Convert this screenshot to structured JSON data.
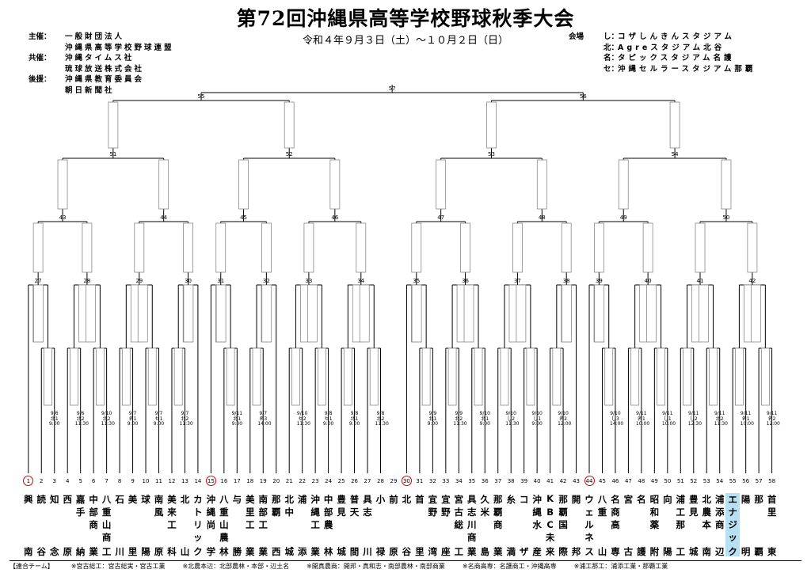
{
  "title": "第72回沖縄県高等学校野球秋季大会",
  "dates": "令和４年９月３日（土）～１０月２日（日）",
  "organizers": [
    {
      "role": "主催：",
      "names": [
        "一般財団法人",
        "沖縄県高等学校野球連盟"
      ]
    },
    {
      "role": "共催：",
      "names": [
        "沖縄タイムス社",
        "琉球放送株式会社"
      ]
    },
    {
      "role": "後援：",
      "names": [
        "沖縄県教育委員会",
        "朝日新聞社"
      ]
    }
  ],
  "venues_header": "会場",
  "venues": [
    {
      "code": "し：",
      "name": "コザしんきんスタジアム"
    },
    {
      "code": "北：",
      "name": "Agreスタジアム北谷"
    },
    {
      "code": "名：",
      "name": "タピックスタジアム名護"
    },
    {
      "code": "セ：",
      "name": "沖縄セルラースタジアム那覇"
    }
  ],
  "final_match": "57",
  "semi_matches": [
    "55",
    "56"
  ],
  "quarter_matches": [
    "51",
    "52",
    "53",
    "54"
  ],
  "r3_matches": [
    "43",
    "44",
    "45",
    "46",
    "47",
    "48",
    "49",
    "50"
  ],
  "r2_matches": [
    "27",
    "28",
    "29",
    "30",
    "31",
    "32",
    "33",
    "34",
    "35",
    "36",
    "37",
    "38",
    "39",
    "40",
    "41",
    "42"
  ],
  "teams": [
    {
      "n": "1",
      "top": "興",
      "mid": "",
      "bot": "南",
      "seed": true
    },
    {
      "n": "2",
      "top": "読",
      "mid": "",
      "bot": "谷"
    },
    {
      "n": "3",
      "top": "知",
      "mid": "",
      "bot": "念"
    },
    {
      "n": "4",
      "top": "西",
      "mid": "",
      "bot": "原"
    },
    {
      "n": "5",
      "top": "嘉",
      "mid": "手",
      "bot": "納"
    },
    {
      "n": "6",
      "top": "中",
      "mid": "部\n商",
      "bot": "業"
    },
    {
      "n": "7",
      "top": "八",
      "mid": "重\n山\n商",
      "bot": "工"
    },
    {
      "n": "8",
      "top": "石",
      "mid": "",
      "bot": "川"
    },
    {
      "n": "9",
      "top": "美",
      "mid": "",
      "bot": "里"
    },
    {
      "n": "10",
      "top": "球",
      "mid": "",
      "bot": "陽"
    },
    {
      "n": "11",
      "top": "南",
      "mid": "風",
      "bot": "原"
    },
    {
      "n": "12",
      "top": "美",
      "mid": "来\n工",
      "bot": "科"
    },
    {
      "n": "13",
      "top": "北",
      "mid": "",
      "bot": "山"
    },
    {
      "n": "14",
      "top": "カ",
      "mid": "ト\nリ\nッ",
      "bot": "ク"
    },
    {
      "n": "15",
      "top": "沖",
      "mid": "縄\n尚",
      "bot": "学",
      "seed": true
    },
    {
      "n": "16",
      "top": "八",
      "mid": "重\n山\n農",
      "bot": "林"
    },
    {
      "n": "17",
      "top": "与",
      "mid": "",
      "bot": "勝"
    },
    {
      "n": "18",
      "top": "美",
      "mid": "里\n工",
      "bot": "業"
    },
    {
      "n": "19",
      "top": "南",
      "mid": "部\n工",
      "bot": "業"
    },
    {
      "n": "20",
      "top": "那",
      "mid": "覇",
      "bot": "西"
    },
    {
      "n": "21",
      "top": "北",
      "mid": "中",
      "bot": "城"
    },
    {
      "n": "22",
      "top": "浦",
      "mid": "",
      "bot": "添"
    },
    {
      "n": "23",
      "top": "沖",
      "mid": "縄\n工",
      "bot": "業"
    },
    {
      "n": "24",
      "top": "中",
      "mid": "部\n農",
      "bot": "林"
    },
    {
      "n": "25",
      "top": "豊",
      "mid": "見",
      "bot": "城"
    },
    {
      "n": "26",
      "top": "普",
      "mid": "天",
      "bot": "間"
    },
    {
      "n": "27",
      "top": "具",
      "mid": "志",
      "bot": "川"
    },
    {
      "n": "28",
      "top": "小",
      "mid": "",
      "bot": "禄"
    },
    {
      "n": "29",
      "top": "前",
      "mid": "",
      "bot": "原"
    },
    {
      "n": "30",
      "top": "北",
      "mid": "",
      "bot": "谷",
      "seed": true
    },
    {
      "n": "31",
      "top": "首",
      "mid": "",
      "bot": "里"
    },
    {
      "n": "32",
      "top": "宜",
      "mid": "野",
      "bot": "湾"
    },
    {
      "n": "33",
      "top": "宜",
      "mid": "野",
      "bot": "座"
    },
    {
      "n": "34",
      "top": "宮",
      "mid": "古\n総",
      "bot": "工"
    },
    {
      "n": "35",
      "top": "具",
      "mid": "志\n川\n商",
      "bot": "業"
    },
    {
      "n": "36",
      "top": "久",
      "mid": "米",
      "bot": "島"
    },
    {
      "n": "37",
      "top": "那",
      "mid": "覇\n商",
      "bot": "業"
    },
    {
      "n": "38",
      "top": "糸",
      "mid": "",
      "bot": "満"
    },
    {
      "n": "39",
      "top": "コ",
      "mid": "",
      "bot": "ザ"
    },
    {
      "n": "40",
      "top": "沖",
      "mid": "縄\n水",
      "bot": "産"
    },
    {
      "n": "41",
      "top": "K",
      "mid": "B\nC\n未",
      "bot": "来"
    },
    {
      "n": "42",
      "top": "那",
      "mid": "覇\n国",
      "bot": "際"
    },
    {
      "n": "43",
      "top": "開",
      "mid": "",
      "bot": "邦"
    },
    {
      "n": "44",
      "top": "ウ",
      "mid": "ェ\nル\nネ",
      "bot": "ス",
      "seed": true
    },
    {
      "n": "45",
      "top": "八",
      "mid": "重",
      "bot": "山"
    },
    {
      "n": "46",
      "top": "名",
      "mid": "商\n高",
      "bot": "専"
    },
    {
      "n": "47",
      "top": "宮",
      "mid": "",
      "bot": "古"
    },
    {
      "n": "48",
      "top": "名",
      "mid": "",
      "bot": "護"
    },
    {
      "n": "49",
      "top": "昭",
      "mid": "和\n薬",
      "bot": "附"
    },
    {
      "n": "50",
      "top": "向",
      "mid": "",
      "bot": "陽"
    },
    {
      "n": "51",
      "top": "浦",
      "mid": "工\n那",
      "bot": "工"
    },
    {
      "n": "52",
      "top": "豊",
      "mid": "見",
      "bot": "城"
    },
    {
      "n": "53",
      "top": "北",
      "mid": "農\n本",
      "bot": "南"
    },
    {
      "n": "54",
      "top": "浦",
      "mid": "添\n商",
      "bot": "辺"
    },
    {
      "n": "55",
      "top": "エ",
      "mid": "ナ\nジ\nッ",
      "bot": "ク",
      "hl": true
    },
    {
      "n": "56",
      "top": "陽",
      "mid": "",
      "bot": "明"
    },
    {
      "n": "57",
      "top": "那",
      "mid": "",
      "bot": "覇"
    },
    {
      "n": "58",
      "top": "首",
      "mid": "里",
      "bot": "東"
    }
  ],
  "r1_matches": [
    {
      "date": "9/6",
      "venue": "北1",
      "time": "9:00"
    },
    {
      "date": "9/6",
      "venue": "北2",
      "time": "11:30"
    },
    {
      "date": "9/10",
      "venue": "北2",
      "time": "11:30"
    },
    {
      "date": "9/7",
      "venue": "名1",
      "time": "9:00"
    },
    {
      "date": "9/7",
      "venue": "セ1",
      "time": "9:00"
    },
    {
      "date": "9/7",
      "venue": "北2",
      "time": "11:30"
    },
    {
      "date": "9/11",
      "venue": "北1",
      "time": "9:00"
    },
    {
      "date": "9/7",
      "venue": "名3",
      "time": "14:00"
    },
    {
      "date": "9/10",
      "venue": "セ2",
      "time": "11:30"
    },
    {
      "date": "9/8",
      "venue": "セ1",
      "time": "9:00"
    },
    {
      "date": "9/8",
      "venue": "北1",
      "time": "9:00"
    },
    {
      "date": "9/8",
      "venue": "北2",
      "time": "11:30"
    },
    {
      "date": "9/9",
      "venue": "北1",
      "time": "9:00"
    },
    {
      "date": "9/9",
      "venue": "北2",
      "time": "11:30"
    },
    {
      "date": "9/10",
      "venue": "北1",
      "time": "9:00"
    },
    {
      "date": "9/10",
      "venue": "し2",
      "time": "11:30"
    },
    {
      "date": "9/10",
      "venue": "し1",
      "time": "9:00"
    },
    {
      "date": "9/10",
      "venue": "名2",
      "time": "12:00"
    },
    {
      "date": "9/10",
      "venue": "し3",
      "time": "14:00"
    },
    {
      "date": "9/11",
      "venue": "名1",
      "time": "10:00"
    },
    {
      "date": "9/11",
      "venue": "し1",
      "time": "10:00"
    },
    {
      "date": "9/11",
      "venue": "し2",
      "time": "12:30"
    },
    {
      "date": "9/11",
      "venue": "北2",
      "time": "11:30"
    },
    {
      "date": "9/11",
      "venue": "名1",
      "time": "10:00"
    },
    {
      "date": "9/11",
      "venue": "名2",
      "time": "12:00"
    },
    {
      "date": "9/11",
      "venue": "北3",
      "time": "14:00"
    }
  ],
  "footer_label": "【連合チーム】",
  "footer_items": [
    "※宮古総工：宮古総実・宮古工業",
    "※北農本辺：北部農林・本部・辺土名",
    "※開真農商：開邦・真和志・南部農林・南部商業",
    "※名商高専：名護商工・沖縄高専",
    "※浦工那工：浦添工業・那覇工業"
  ],
  "colors": {
    "line": "#000000",
    "seed_circle": "#dd0000",
    "highlight": "#b8e0f4"
  }
}
